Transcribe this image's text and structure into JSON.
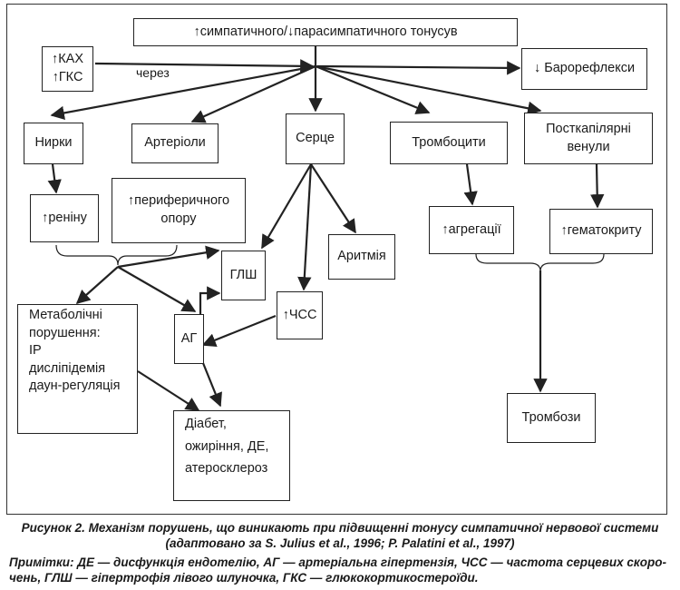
{
  "nodes": {
    "top": "↑симпатичного/↓парасимпатичного тонусув",
    "kah1": "↑КАХ",
    "kah2": "↑ГКС",
    "cherez": "через",
    "baro": "↓ Барорефлекси",
    "nyrky": "Нирки",
    "arterioly": "Артеріоли",
    "sertse": "Серце",
    "trombotsyty": "Тромбоцити",
    "venuly1": "Посткапілярні",
    "venuly2": "венули",
    "reninu": "↑реніну",
    "oporu1": "↑периферичного",
    "oporu2": "опору",
    "glsh": "ГЛШ",
    "arytmiia": "Аритмія",
    "ag": "АГ",
    "chss": "↑ЧСС",
    "agregatsii": "↑агрегації",
    "gematokrytu": "↑гематокриту",
    "metab1": "Метаболічні",
    "metab2": "порушення:",
    "metab3": "ІР",
    "metab4": "дисліпідемія",
    "metab5": "даун-регуляція",
    "diab1": "Діабет,",
    "diab2": "ожиріння, ДЕ,",
    "diab3": "атеросклероз",
    "trombozy": "Тромбози"
  },
  "caption": {
    "line1": "Рисунок 2. Механізм порушень, що виникають при підвищенні тонусу симпатичної нервової системи",
    "line2": "(адаптовано за S. Julius et al., 1996; P. Palatini et al., 1997)"
  },
  "notes": {
    "line1": "Примітки: ДЕ — дисфункція ендотелію, АГ — артеріальна гіпертензія, ЧСС — частота серцевих скоро-",
    "line2": "чень, ГЛШ — гіпертрофія лівого шлуночка, ГКС — глюкокортикостероїди."
  }
}
